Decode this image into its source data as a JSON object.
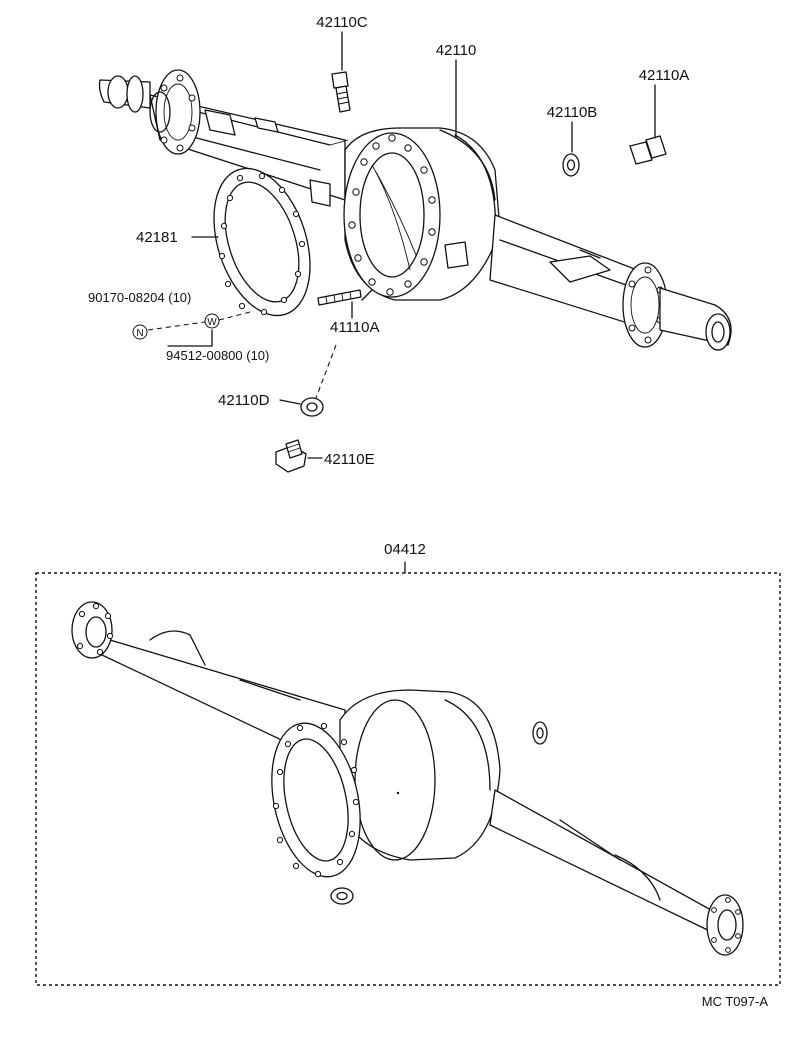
{
  "labels": {
    "p42110C": "42110C",
    "p42110": "42110",
    "p42110A": "42110A",
    "p42110B": "42110B",
    "p42181": "42181",
    "p90170": "90170-08204 (10)",
    "p94512": "94512-00800 (10)",
    "p41110A": "41110A",
    "p42110D": "42110D",
    "p42110E": "42110E",
    "p04412": "04412",
    "code": "MC T097-A"
  },
  "symbols": {
    "nut": "N",
    "washer": "W"
  }
}
